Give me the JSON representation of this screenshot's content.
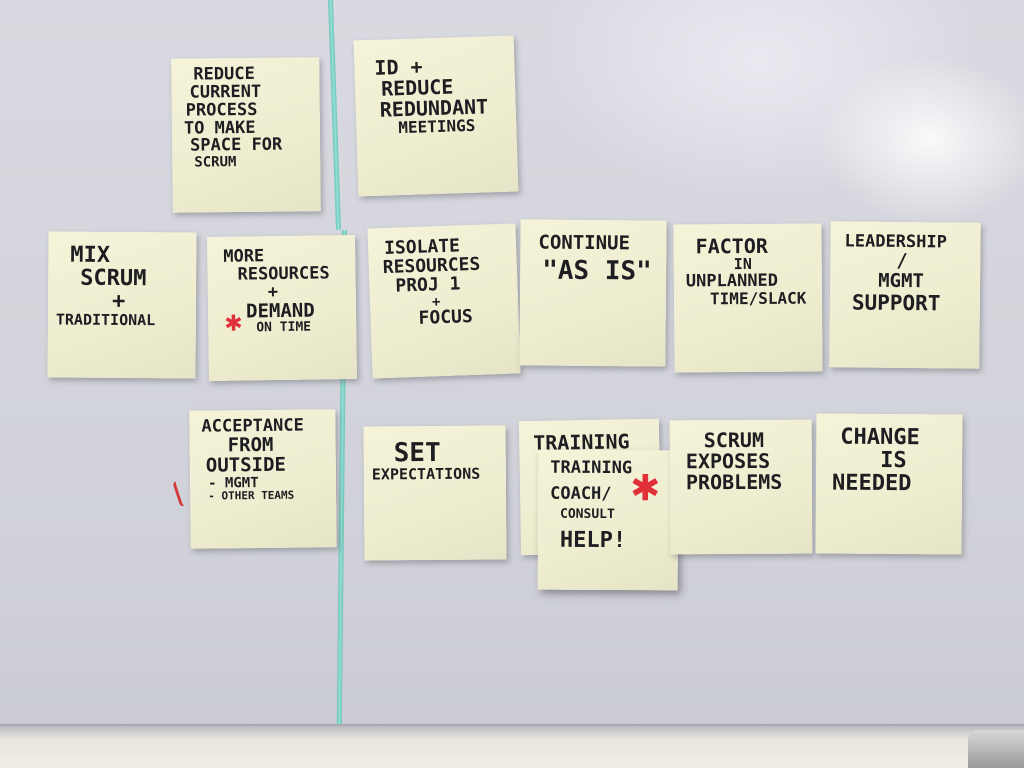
{
  "notes": {
    "reduce_process": [
      "REDUCE",
      "CURRENT",
      "PROCESS",
      "TO MAKE",
      "SPACE FOR",
      "SCRUM"
    ],
    "id_reduce": [
      "ID +",
      "REDUCE",
      "REDUNDANT",
      "MEETINGS"
    ],
    "mix_scrum": [
      "MIX",
      "SCRUM",
      "+",
      "TRADITIONAL"
    ],
    "more_resources": [
      "MORE",
      "RESOURCES",
      "+",
      "DEMAND",
      "ON TIME"
    ],
    "isolate": [
      "ISOLATE",
      "RESOURCES",
      "PROJ 1",
      "+",
      "FOCUS"
    ],
    "continue": [
      "CONTINUE",
      "\"AS IS\""
    ],
    "factor": [
      "FACTOR",
      "IN",
      "UNPLANNED",
      "TIME/SLACK"
    ],
    "leadership": [
      "LEADERSHIP",
      "/",
      "MGMT",
      "SUPPORT"
    ],
    "acceptance": [
      "ACCEPTANCE",
      "FROM",
      "OUTSIDE",
      "- MGMT",
      "- OTHER TEAMS"
    ],
    "set_expectations": [
      "SET",
      "EXPECTATIONS"
    ],
    "training_back": [
      "TRAINING"
    ],
    "training_front": [
      "TRAINING",
      "COACH/",
      "CONSULT",
      "HELP!"
    ],
    "scrum_exposes": [
      "SCRUM",
      "EXPOSES",
      "PROBLEMS"
    ],
    "change": [
      "CHANGE",
      "IS",
      "NEEDED"
    ]
  },
  "marks": {
    "star": "✱",
    "star_color": "#e0303a"
  }
}
